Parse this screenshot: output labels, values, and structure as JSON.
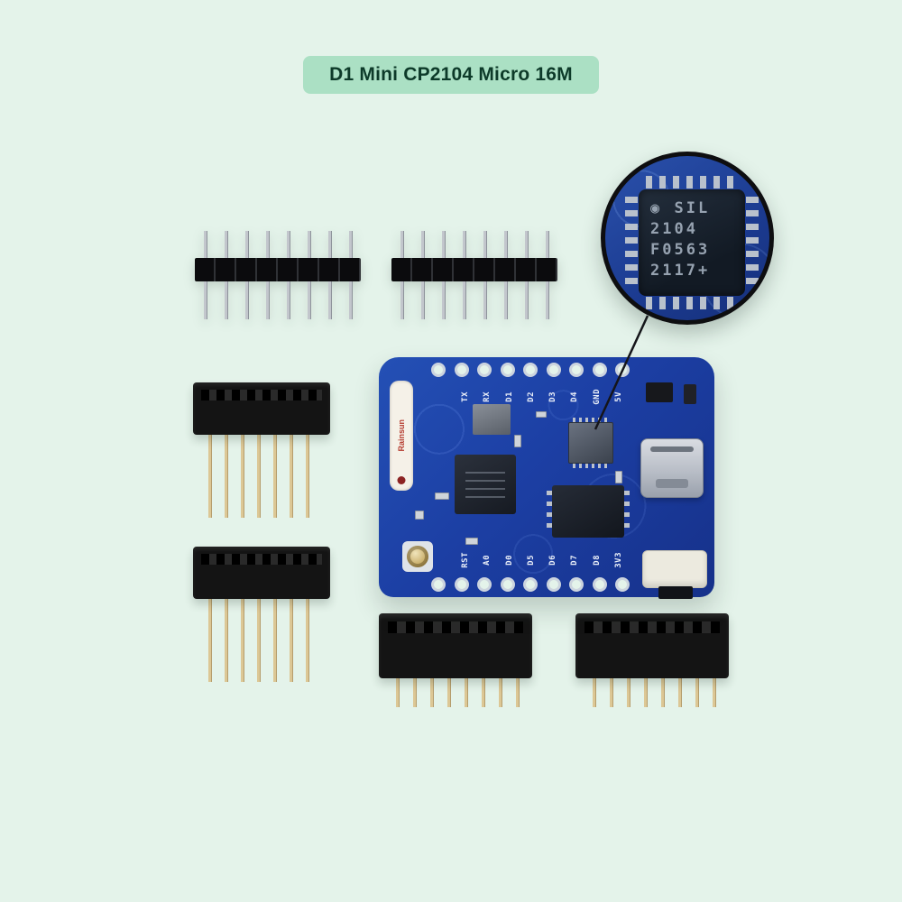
{
  "title": {
    "label": "D1 Mini CP2104 Micro 16M"
  },
  "colors": {
    "background": "#e4f3ea",
    "title_badge_bg": "#abe0c4",
    "title_text": "#0d3a29",
    "pcb_blue": "#1c3fa4",
    "header_black": "#141414",
    "pin_gold": "#dcc795",
    "pin_silver": "#bcc2cb",
    "silkscreen": "#e9eef8"
  },
  "board": {
    "top_pin_labels": [
      "TX",
      "RX",
      "D1",
      "D2",
      "D3",
      "D4",
      "GND",
      "5V"
    ],
    "bottom_pin_labels": [
      "RST",
      "A0",
      "D0",
      "D5",
      "D6",
      "D7",
      "D8",
      "3V3"
    ],
    "antenna_label": "Rainsun"
  },
  "magnifier": {
    "chip_lines": [
      "◉ SIL",
      "2104",
      "F0563",
      "2117+"
    ]
  }
}
